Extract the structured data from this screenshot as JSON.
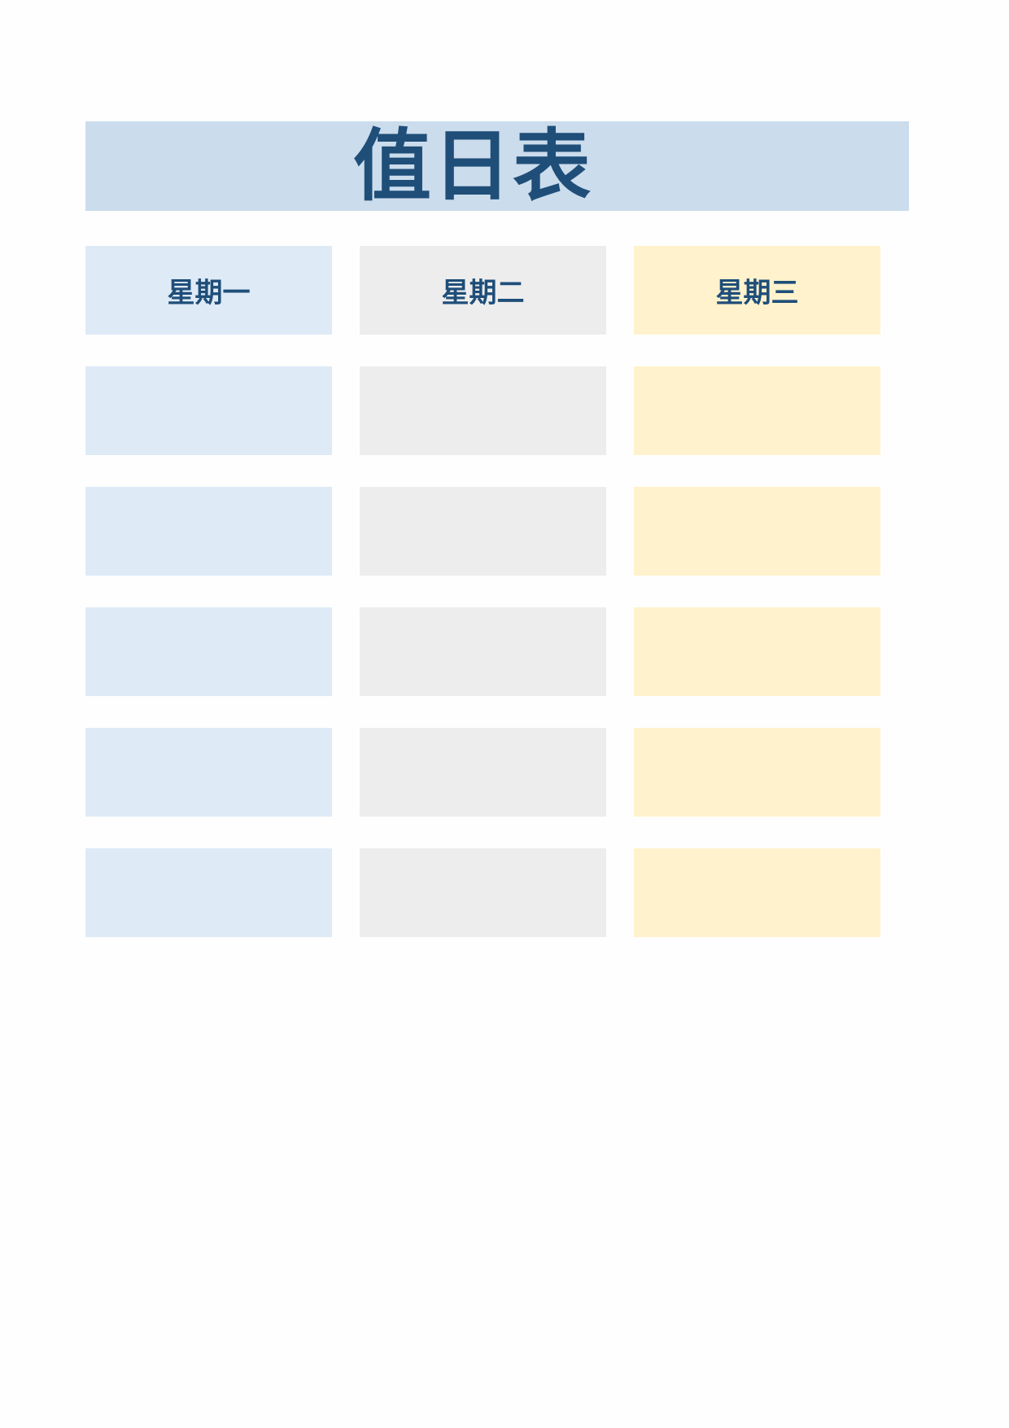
{
  "title": "值日表",
  "colors": {
    "title_bg": "#cbdcec",
    "text": "#1f4e79",
    "monday": "#deeaf6",
    "tuesday": "#ededed",
    "wednesday": "#fff2cc"
  },
  "table": {
    "headers": [
      "星期一",
      "星期二",
      "星期三"
    ],
    "rows": [
      [
        "",
        "",
        ""
      ],
      [
        "",
        "",
        ""
      ],
      [
        "",
        "",
        ""
      ],
      [
        "",
        "",
        ""
      ],
      [
        "",
        "",
        ""
      ]
    ]
  }
}
